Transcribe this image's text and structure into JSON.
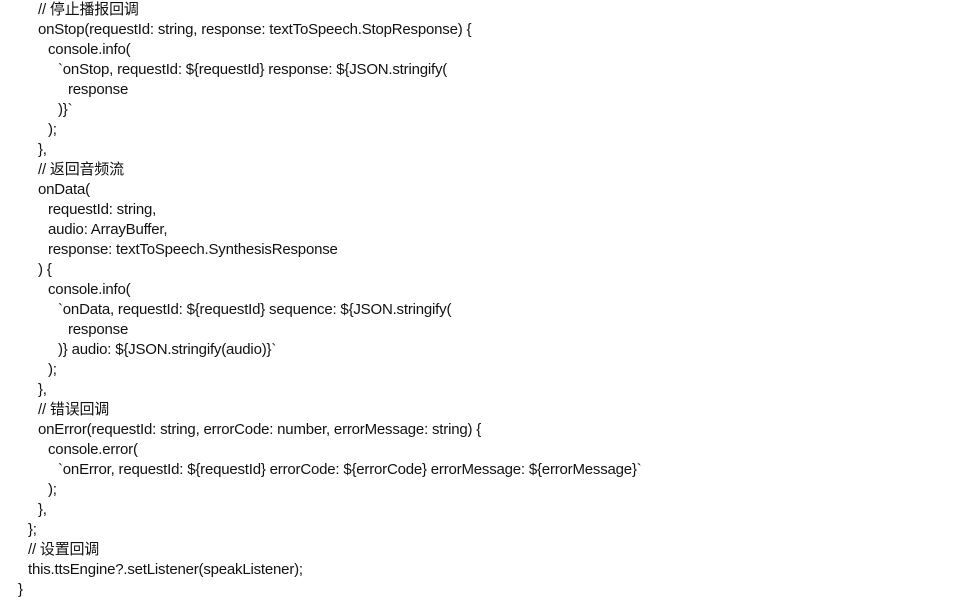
{
  "code": {
    "lines": [
      {
        "indent": 38,
        "text": "// 停止播报回调"
      },
      {
        "indent": 38,
        "text": "onStop(requestId: string, response: textToSpeech.StopResponse) {"
      },
      {
        "indent": 48,
        "text": "console.info("
      },
      {
        "indent": 58,
        "text": "`onStop, requestId: ${requestId} response: ${JSON.stringify("
      },
      {
        "indent": 68,
        "text": "response"
      },
      {
        "indent": 58,
        "text": ")}`"
      },
      {
        "indent": 48,
        "text": ");"
      },
      {
        "indent": 38,
        "text": "},"
      },
      {
        "indent": 38,
        "text": "// 返回音频流"
      },
      {
        "indent": 38,
        "text": "onData("
      },
      {
        "indent": 48,
        "text": "requestId: string,"
      },
      {
        "indent": 48,
        "text": "audio: ArrayBuffer,"
      },
      {
        "indent": 48,
        "text": "response: textToSpeech.SynthesisResponse"
      },
      {
        "indent": 38,
        "text": ") {"
      },
      {
        "indent": 48,
        "text": "console.info("
      },
      {
        "indent": 58,
        "text": "`onData, requestId: ${requestId} sequence: ${JSON.stringify("
      },
      {
        "indent": 68,
        "text": "response"
      },
      {
        "indent": 58,
        "text": ")} audio: ${JSON.stringify(audio)}`"
      },
      {
        "indent": 48,
        "text": ");"
      },
      {
        "indent": 38,
        "text": "},"
      },
      {
        "indent": 38,
        "text": "// 错误回调"
      },
      {
        "indent": 38,
        "text": "onError(requestId: string, errorCode: number, errorMessage: string) {"
      },
      {
        "indent": 48,
        "text": "console.error("
      },
      {
        "indent": 58,
        "text": "`onError, requestId: ${requestId} errorCode: ${errorCode} errorMessage: ${errorMessage}`"
      },
      {
        "indent": 48,
        "text": ");"
      },
      {
        "indent": 38,
        "text": "},"
      },
      {
        "indent": 28,
        "text": "};"
      },
      {
        "indent": 28,
        "text": "// 设置回调"
      },
      {
        "indent": 28,
        "text": "this.ttsEngine?.setListener(speakListener);"
      },
      {
        "indent": 18,
        "text": "}"
      }
    ]
  }
}
